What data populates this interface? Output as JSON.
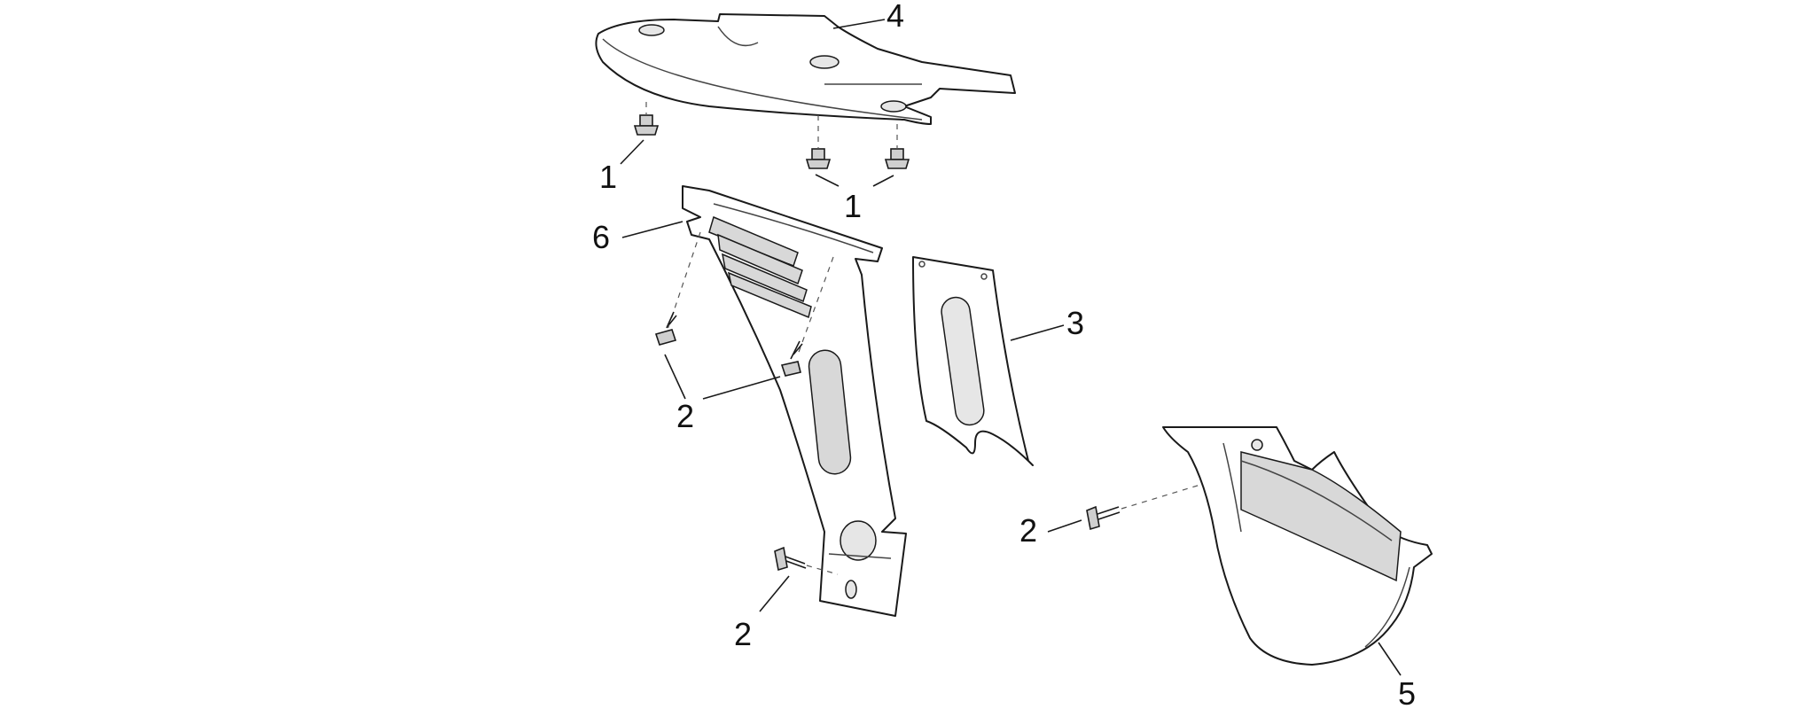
{
  "callouts": {
    "c1a": "1",
    "c1b": "1",
    "c2a": "2",
    "c2b": "2",
    "c2c": "2",
    "c3": "3",
    "c4": "4",
    "c5": "5",
    "c6": "6"
  },
  "colors": {
    "line": "#1a1a1a",
    "background": "#ffffff"
  }
}
